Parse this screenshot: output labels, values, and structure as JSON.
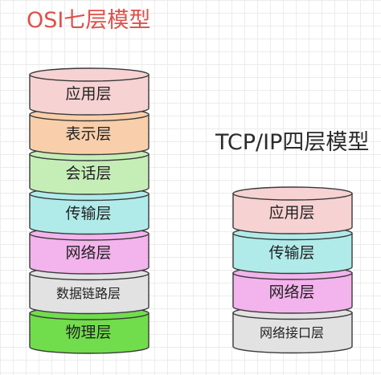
{
  "osi": {
    "title": "OSI七层模型",
    "layers": [
      {
        "label": "应用层",
        "fill": "#f7d2d2"
      },
      {
        "label": "表示层",
        "fill": "#f8cfaa"
      },
      {
        "label": "会话层",
        "fill": "#c5eeb7"
      },
      {
        "label": "传输层",
        "fill": "#b0ebea"
      },
      {
        "label": "网络层",
        "fill": "#f3b3ec"
      },
      {
        "label": "数据链路层",
        "fill": "#e2e2e2"
      },
      {
        "label": "物理层",
        "fill": "#71dd4c"
      }
    ]
  },
  "tcpip": {
    "title": "TCP/IP四层模型",
    "layers": [
      {
        "label": "应用层",
        "fill": "#f7d2d2"
      },
      {
        "label": "传输层",
        "fill": "#b0ebea"
      },
      {
        "label": "网络层",
        "fill": "#f3b3ec"
      },
      {
        "label": "网络接口层",
        "fill": "#e2e2e2"
      }
    ]
  },
  "colors": {
    "title_red": "#e0504a",
    "stroke": "#3a3a3a"
  }
}
